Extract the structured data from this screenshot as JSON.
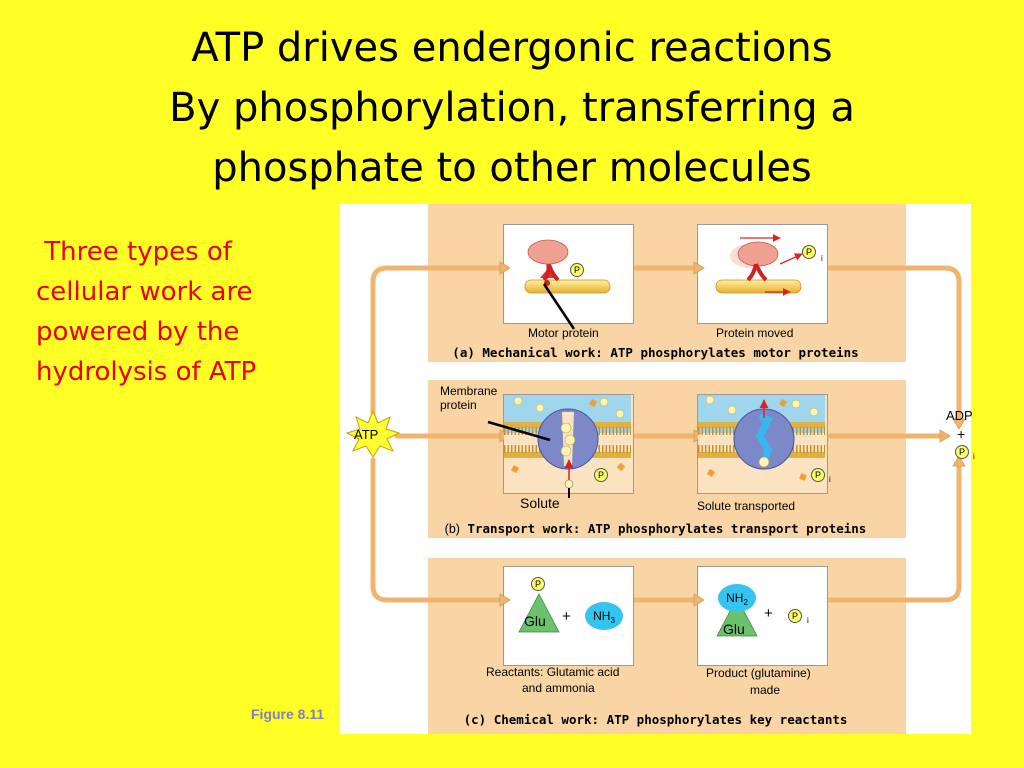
{
  "title": {
    "line1": "ATP drives endergonic reactions",
    "line2": "By phosphorylation, transferring a",
    "line3": "phosphate to other molecules"
  },
  "sidebar": {
    "text": "Three types of cellular work are powered by the hydrolysis of ATP"
  },
  "figure_label": "Figure 8.11",
  "diagram": {
    "atp_label": "ATP",
    "adp_label": "ADP",
    "plus_sign": "+",
    "phosphate_symbol": "P",
    "inorganic_subscript": "i",
    "mechanical": {
      "caption": "(a) Mechanical work: ATP phosphorylates motor proteins",
      "left_label": "Motor protein",
      "right_label": "Protein moved"
    },
    "transport": {
      "caption_prefix": "(b)",
      "caption_main": "Transport work: ATP phosphorylates transport proteins",
      "membrane_label_1": "Membrane",
      "membrane_label_2": "protein",
      "solute_label": "Solute",
      "right_label": "Solute  transported"
    },
    "chemical": {
      "caption": "(c) Chemical work: ATP phosphorylates key reactants",
      "glu_label": "Glu",
      "nh_base": "NH",
      "nh3_sub": "3",
      "nh2_sub": "2",
      "left_label_1": "Reactants: Glutamic acid",
      "left_label_2": "and ammonia",
      "right_label_1": "Product (glutamine)",
      "right_label_2": "made"
    }
  },
  "colors": {
    "background": "#ffff26",
    "side_text": "#e8001a",
    "band": "#f9d5a5",
    "frame": "#f0b46e",
    "atp_star": "#ffff33",
    "phosphate": "#ffff66",
    "ammonia": "#33c4f0",
    "glutamate": "#6cc26c"
  }
}
